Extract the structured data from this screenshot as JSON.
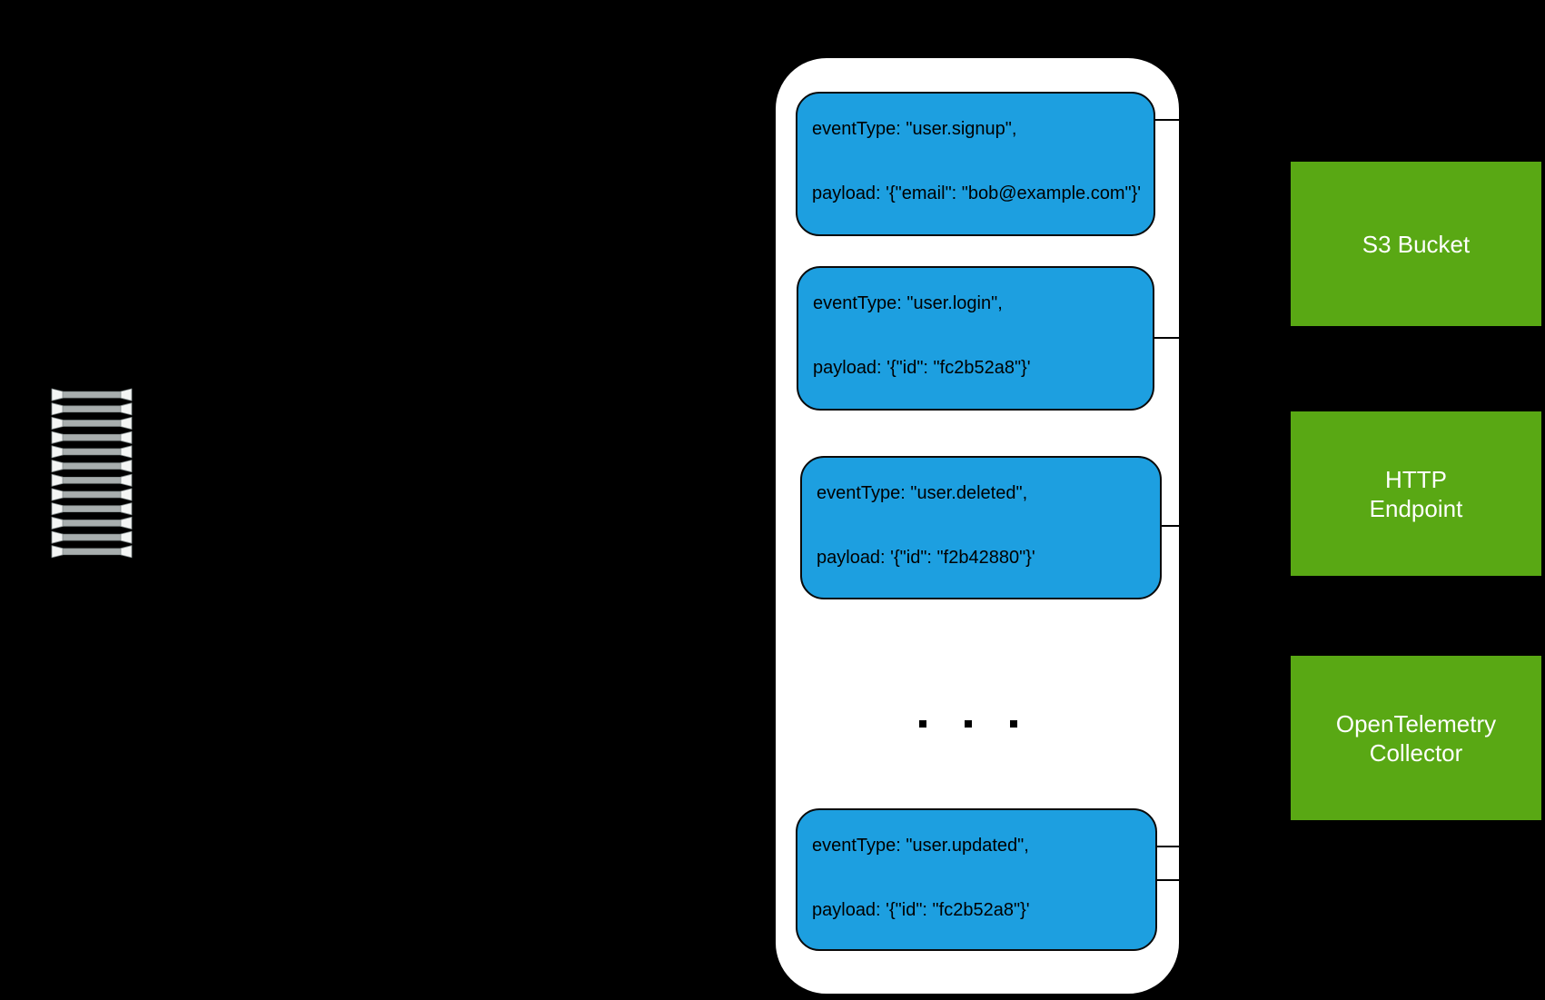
{
  "diagram": {
    "background_color": "#000000",
    "card_color": "#1d9fe0",
    "destination_color": "#59a814",
    "stream_icon": {
      "name": "message-stream-icon",
      "bar_count": 12,
      "cap_color": "#f3f5f4",
      "bar_color": "#a8aeae",
      "outline_color": "#879090"
    },
    "queue": {
      "events": [
        {
          "event_type": "eventType: \"user.signup\",",
          "payload": "payload: '{\"email\": \"bob@example.com\"}'"
        },
        {
          "event_type": "eventType: \"user.login\",",
          "payload": "payload: '{\"id\": \"fc2b52a8\"}'"
        },
        {
          "event_type": "eventType: \"user.deleted\",",
          "payload": "payload: '{\"id\": \"f2b42880\"}'"
        },
        {
          "event_type": "eventType: \"user.updated\",",
          "payload": "payload: '{\"id\": \"fc2b52a8\"}'"
        }
      ],
      "ellipsis_square_count": 3
    },
    "destinations": [
      {
        "lines": [
          "S3 Bucket"
        ]
      },
      {
        "lines": [
          "HTTP",
          "Endpoint"
        ]
      },
      {
        "lines": [
          "OpenTelemetry",
          "Collector"
        ]
      }
    ]
  }
}
